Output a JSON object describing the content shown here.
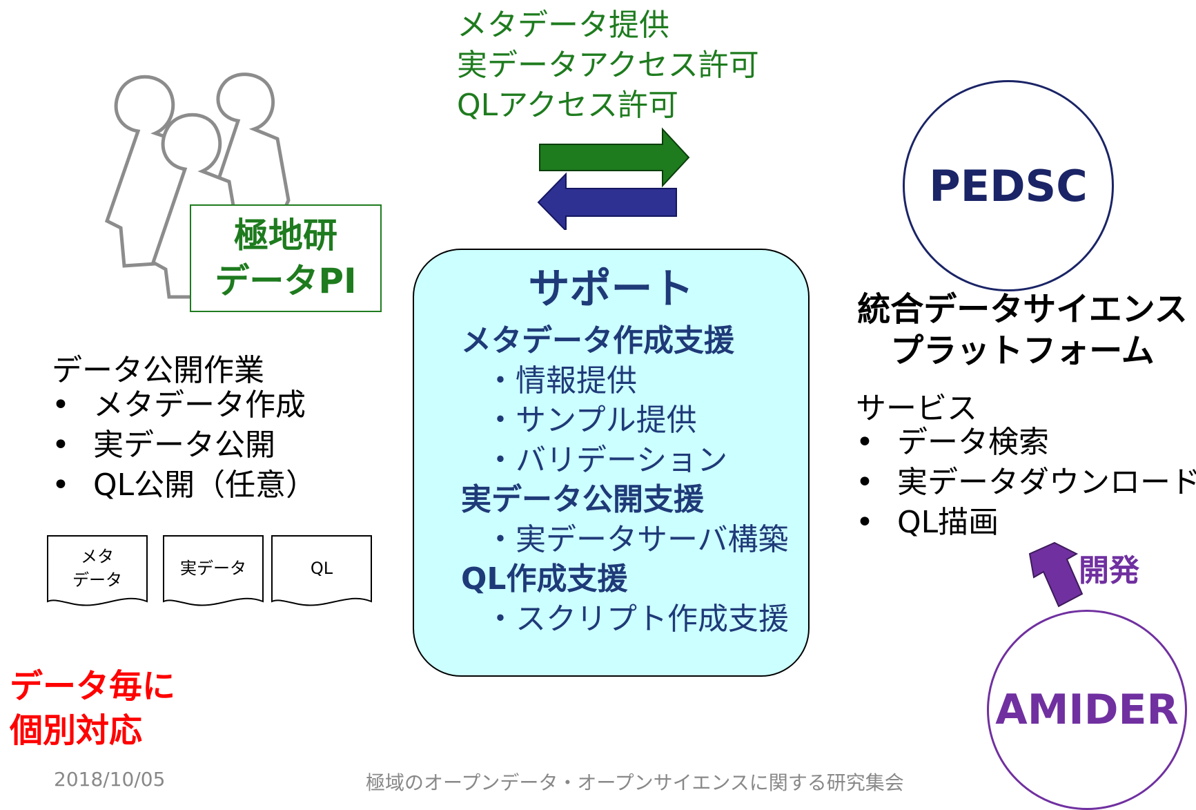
{
  "pi_box": {
    "lines": [
      "極地研",
      "データPI"
    ]
  },
  "left_section": {
    "title": "データ公開作業",
    "bullet": "•",
    "items": [
      "メタデータ作成",
      "実データ公開",
      "QL公開（任意）"
    ]
  },
  "documents": [
    {
      "lines": [
        "メタ",
        "データ"
      ]
    },
    {
      "lines": [
        "実データ"
      ]
    },
    {
      "lines": [
        "QL"
      ]
    }
  ],
  "red_note": {
    "lines": [
      "データ毎に",
      "個別対応"
    ]
  },
  "top_labels": {
    "lines": [
      "メタデータ提供",
      "実データアクセス許可",
      "QLアクセス許可"
    ]
  },
  "support": {
    "title": "サポート",
    "items": [
      {
        "text": "メタデータ作成支援",
        "kind": "head"
      },
      {
        "text": "・情報提供",
        "kind": "sub"
      },
      {
        "text": "・サンプル提供",
        "kind": "sub"
      },
      {
        "text": "・バリデーション",
        "kind": "sub"
      },
      {
        "text": "実データ公開支援",
        "kind": "head"
      },
      {
        "text": "・実データサーバ構築",
        "kind": "sub"
      },
      {
        "text": "QL作成支援",
        "kind": "head"
      },
      {
        "text": "・スクリプト作成支援",
        "kind": "sub"
      }
    ]
  },
  "pedsc": {
    "label": "PEDSC"
  },
  "platform": {
    "lines": [
      "統合データサイエンス",
      "プラットフォーム"
    ]
  },
  "services": {
    "title": "サービス",
    "bullet": "•",
    "items": [
      "データ検索",
      "実データダウンロード",
      "QL描画"
    ]
  },
  "amider": {
    "label": "AMIDER",
    "arrow_label": "開発"
  },
  "footer": {
    "date": "2018/10/05",
    "title": "極域のオープンデータ・オープンサイエンスに関する研究集会"
  },
  "colors": {
    "green": "#1e7b1e",
    "navy": "#1f3a78",
    "support_bg": "#ccffff",
    "pedsc": "#1a2466",
    "purple": "#7030a0",
    "red": "#ff0000",
    "arrow_blue": "#2e3192"
  }
}
